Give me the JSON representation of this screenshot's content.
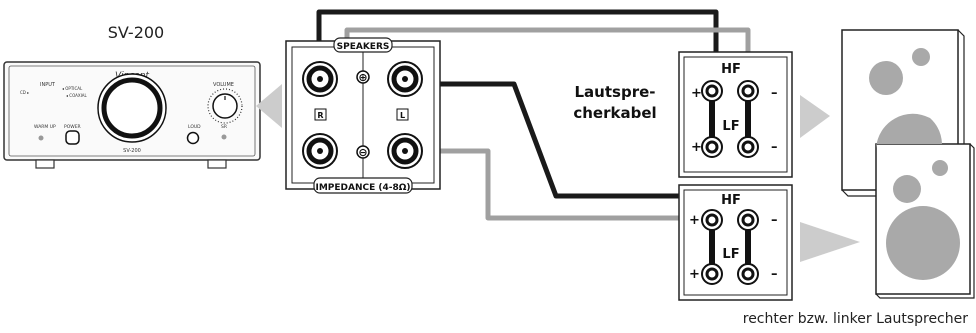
{
  "amplifier": {
    "model_label": "SV-200",
    "brand_script": "Vincent",
    "front_model": "SV-200",
    "input_label": "INPUT",
    "input_opt1": "CD ▸",
    "input_opt2": "◂ OPTICAL",
    "input_opt3": "◂ COAXIAL",
    "volume_label": "VOLUME",
    "warmup_label": "WARM UP",
    "power_label": "POWER",
    "loud_label": "LOUD",
    "sr_label": "SR"
  },
  "terminal_panel": {
    "speakers_label": "SPEAKERS",
    "impedance_label": "IMPEDANCE (4-8Ω)",
    "right_channel": "R",
    "left_channel": "L",
    "plus_symbol": "⊕",
    "minus_symbol": "⊖"
  },
  "speaker_terminals": {
    "hf_label": "HF",
    "lf_label": "LF",
    "plus": "+",
    "minus": "–"
  },
  "cable_label_line1": "Lautspre-",
  "cable_label_line2": "cherkabel",
  "speakers_caption": "rechter bzw. linker Lautsprecher",
  "colors": {
    "black_cable": "#1a1a1a",
    "gray_cable": "#a0a0a0",
    "arrow": "#c8c8c8",
    "speaker_circle": "#a9a9a9"
  }
}
